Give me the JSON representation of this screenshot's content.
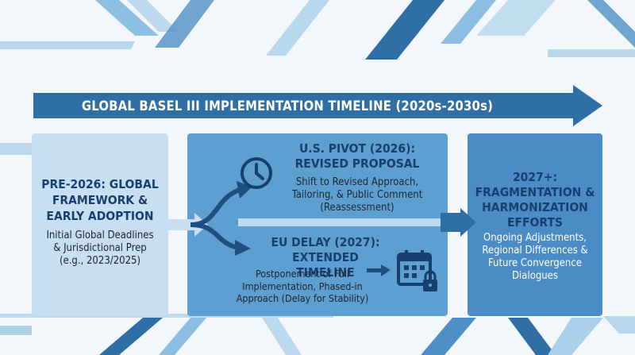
{
  "title": "GLOBAL BASEL III IMPLEMENTATION TIMELINE (2020s-2030s)",
  "stages": [
    {
      "heading": [
        "PRE-2026: GLOBAL",
        "FRAMEWORK &",
        "EARLY ADOPTION"
      ],
      "body": [
        "Initial Global Deadlines",
        "& Jurisdictional Prep",
        "(e.g., 2023/2025)"
      ]
    },
    {
      "branches": [
        {
          "heading": [
            "U.S. PIVOT (2026):",
            "REVISED PROPOSAL"
          ],
          "body": [
            "Shift to Revised Approach,",
            "Tailoring, & Public Comment",
            "(Reassessment)"
          ],
          "icon": "clock-icon"
        },
        {
          "heading": [
            "EU DELAY (2027):",
            "EXTENDED TIMELINE"
          ],
          "body": [
            "Postponement of Full",
            "Implementation, Phased-in",
            "Approach (Delay for Stability)"
          ],
          "icon": "calendar-lock-icon"
        }
      ]
    },
    {
      "heading": [
        "2027+:",
        "FRAGMENTATION &",
        "HARMONIZATION",
        "EFFORTS"
      ],
      "body": [
        "Ongoing Adjustments,",
        "Regional Differences &",
        "Future Convergence",
        "Dialogues"
      ]
    }
  ],
  "colors": {
    "banner": "#2f6fa6",
    "box1": "#c7dff0",
    "box2": "#5d9fd0",
    "box3": "#4b8cc6",
    "heading": "#173f6f",
    "connector": "#1f4f82"
  }
}
